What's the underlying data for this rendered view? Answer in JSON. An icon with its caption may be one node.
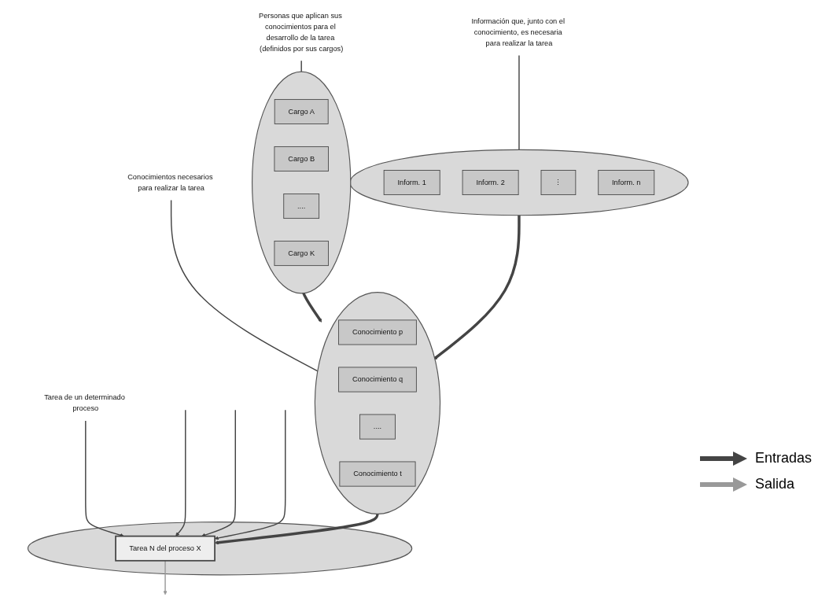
{
  "diagram": {
    "nodes": [
      {
        "text": [
          "Información que, junto con el conocimiento, es necesaria para realizar la tarea"
        ]
      },
      {
        "text": [],
        "shape": "circle"
      },
      {
        "text": [
          "Cargo A"
        ],
        "in": 1
      },
      {
        "text": [
          "Cargo B"
        ],
        "in": 1
      },
      {
        "text": [
          "...."
        ],
        "in": 1
      },
      {
        "text": [
          "Cargo K"
        ],
        "in": 1
      },
      {
        "text": [
          "Personas que aplican sus conocimientos para el desarrollo de la tarea (definidos por sus cargos)"
        ]
      },
      {
        "text": [],
        "shape": "circle"
      },
      {
        "text": [
          "Inform. 1"
        ],
        "in": 7
      },
      {
        "text": [
          "Inform. 2"
        ],
        "in": 7
      },
      {
        "text": [
          "⋮"
        ],
        "in": 7
      },
      {
        "text": [
          "Inform. n"
        ],
        "in": 7
      },
      {
        "text": [],
        "shape": "circle"
      },
      {
        "text": [
          "Conocimiento p"
        ],
        "in": 12
      },
      {
        "text": [
          "Conocimiento q"
        ],
        "in": 12
      },
      {
        "text": [
          "...."
        ],
        "in": 12
      },
      {
        "text": [
          "Conocimiento t"
        ],
        "in": 12
      },
      {
        "text": [
          "Conocimientos necesarios para realizar la tarea"
        ]
      },
      {
        "text": [
          "Tarea de un determinado proceso"
        ]
      },
      {
        "text": [],
        "shape": "circle"
      },
      {
        "text": [
          "Tarea N del proceso X"
        ],
        "in": 19
      }
    ],
    "edges": [
      {
        "from": 0,
        "to": 7,
        "arrow": "to"
      },
      {
        "from": 6,
        "to": 1,
        "arrow": "to"
      },
      {
        "from": 17,
        "to": 12,
        "arrow": "to"
      },
      {
        "from": 18,
        "to": 20,
        "arrow": "to"
      },
      {
        "from": 1,
        "to": 12,
        "arrow": "to",
        "style": "thick"
      },
      {
        "from": 7,
        "to": 12,
        "arrow": "to",
        "style": "thick"
      },
      {
        "from": 12,
        "to": 20,
        "arrow": "to",
        "style": "thick"
      },
      {
        "from": null,
        "to": 20,
        "arrow": "to"
      },
      {
        "from": null,
        "to": 20,
        "arrow": "to"
      },
      {
        "from": null,
        "to": 20,
        "arrow": "to"
      },
      {
        "from": 20,
        "to": null,
        "arrow": "to",
        "color": "#999999"
      }
    ],
    "legend": [
      {
        "text": "Entradas"
      },
      {
        "text": "Salida"
      }
    ]
  }
}
